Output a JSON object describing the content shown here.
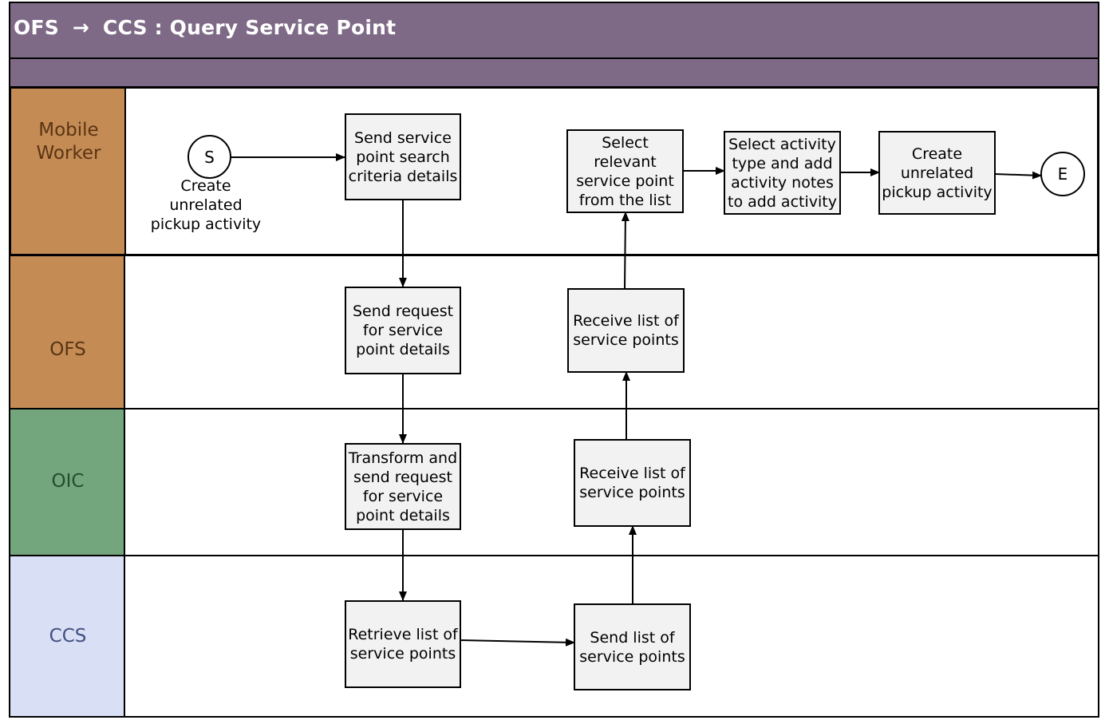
{
  "title": {
    "part1": "OFS",
    "arrow": "→",
    "part2": "CCS : Query Service Point"
  },
  "lanes": [
    {
      "label": "Mobile\nWorker",
      "color": "#c48b54",
      "text_color": "#5a3414"
    },
    {
      "label": "OFS",
      "color": "#c48b54",
      "text_color": "#5a3414"
    },
    {
      "label": "OIC",
      "color": "#74a67e",
      "text_color": "#234d2c"
    },
    {
      "label": "CCS",
      "color": "#d9dff5",
      "text_color": "#3f4f7f"
    }
  ],
  "start": {
    "label": "S",
    "caption": "Create\nunrelated\npickup activity"
  },
  "end": {
    "label": "E"
  },
  "steps": {
    "send_criteria": "Send service\npoint search\ncriteria details",
    "select_relevant": "Select relevant\nservice point\nfrom the list",
    "select_activity_type": "Select activity\ntype and add\nactivity notes\nto add activity",
    "create_pickup": "Create\nunrelated\npickup activity",
    "send_request": "Send request\nfor service\npoint details",
    "ofs_receive_list": "Receive list of\nservice points",
    "transform_send": "Transform and\nsend request\nfor service\npoint details",
    "oic_receive_list": "Receive list of\nservice points",
    "retrieve_list": "Retrieve list of\nservice points",
    "send_list": "Send list of\nservice points"
  },
  "colors": {
    "header": "#7e6a86",
    "box_fill": "#f2f2f2"
  }
}
